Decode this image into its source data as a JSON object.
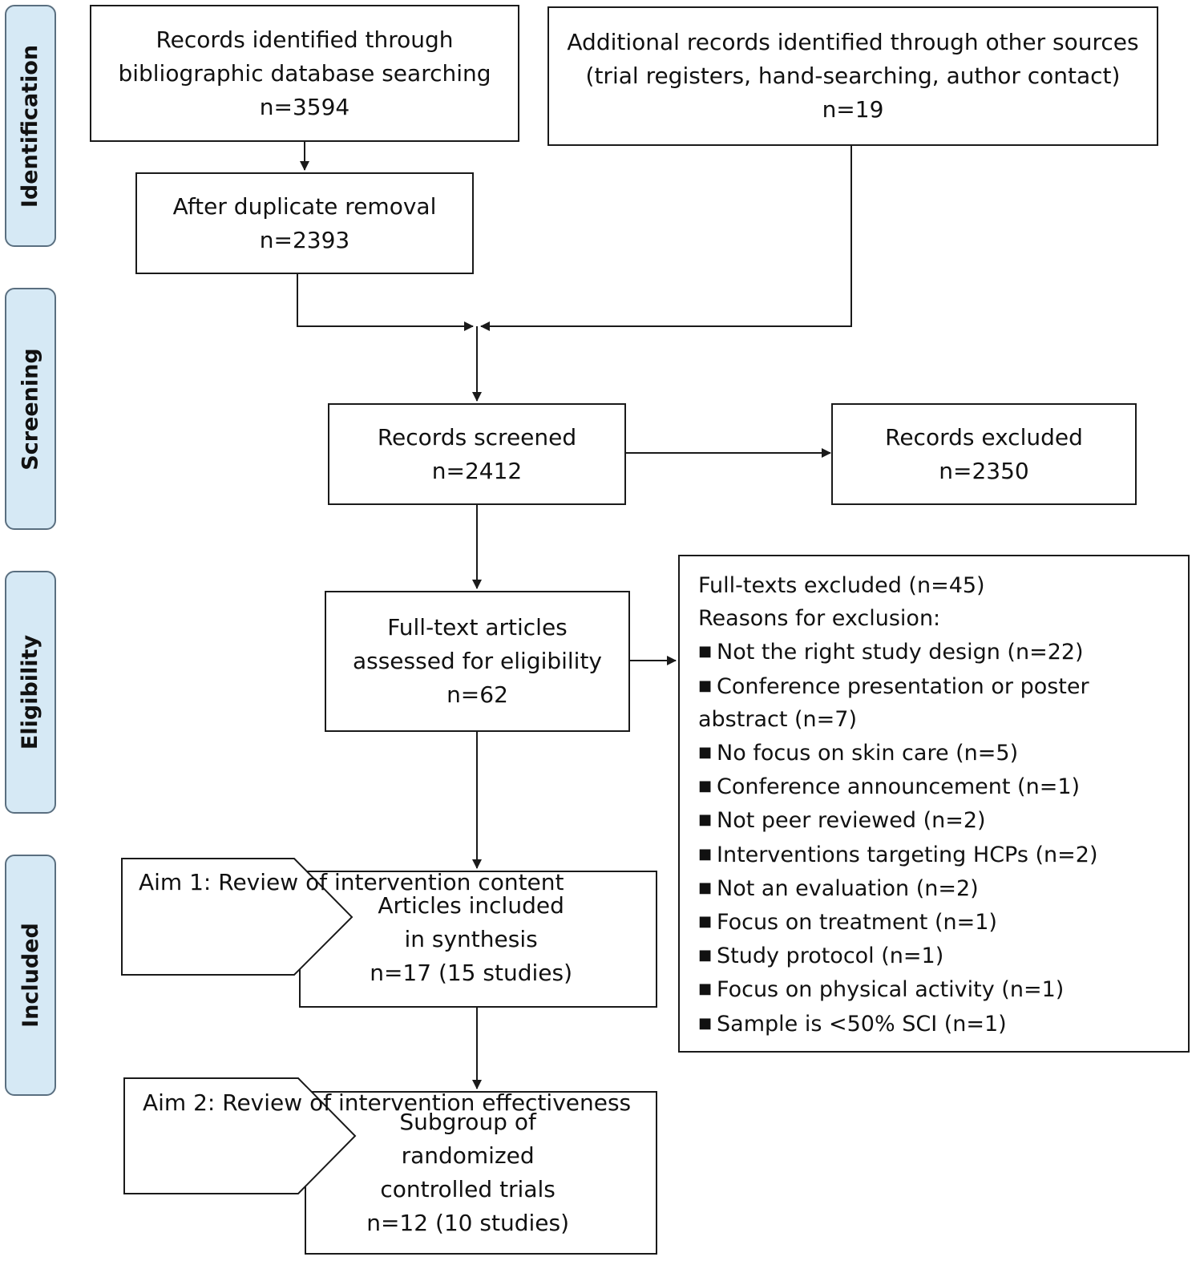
{
  "phases": {
    "identification": "Identification",
    "screening": "Screening",
    "eligibility": "Eligibility",
    "included": "Included"
  },
  "boxes": {
    "db_search": [
      "Records identified through",
      "bibliographic database searching",
      "n=3594"
    ],
    "other_sources": [
      "Additional records identified through other sources",
      "(trial registers, hand-searching, author contact)",
      "n=19"
    ],
    "dedup": [
      "After duplicate removal",
      "n=2393"
    ],
    "screened": [
      "Records screened",
      "n=2412"
    ],
    "excluded": [
      "Records excluded",
      "n=2350"
    ],
    "fulltext": [
      "Full-text articles",
      "assessed for eligibility",
      "n=62"
    ],
    "synthesis": [
      "Articles included",
      "in synthesis",
      "n=17 (15 studies)"
    ],
    "rct": [
      "Subgroup of",
      "randomized",
      "controlled trials",
      "n=12 (10 studies)"
    ]
  },
  "aims": {
    "aim1": [
      "Aim 1: Review",
      "of intervention",
      "content"
    ],
    "aim2": [
      "Aim 2: Review",
      "of intervention",
      "effectiveness"
    ]
  },
  "fulltext_excluded": {
    "heading": "Full-texts excluded (n=45)",
    "subheading": "Reasons for exclusion:",
    "bullet": "■",
    "reasons": [
      [
        "Not the right study design (n=22)"
      ],
      [
        "Conference presentation or poster",
        "abstract (n=7)"
      ],
      [
        "No focus on skin care (n=5)"
      ],
      [
        "Conference announcement (n=1)"
      ],
      [
        "Not peer reviewed (n=2)"
      ],
      [
        "Interventions targeting HCPs (n=2)"
      ],
      [
        "Not an evaluation (n=2)"
      ],
      [
        "Focus on treatment (n=1)"
      ],
      [
        "Study protocol  (n=1)"
      ],
      [
        "Focus on physical activity (n=1)"
      ],
      [
        "Sample is <50% SCI (n=1)"
      ]
    ]
  },
  "colors": {
    "phase_fill": "#d6e9f5",
    "phase_border": "#5a6f80",
    "line": "#1a1a1a"
  }
}
